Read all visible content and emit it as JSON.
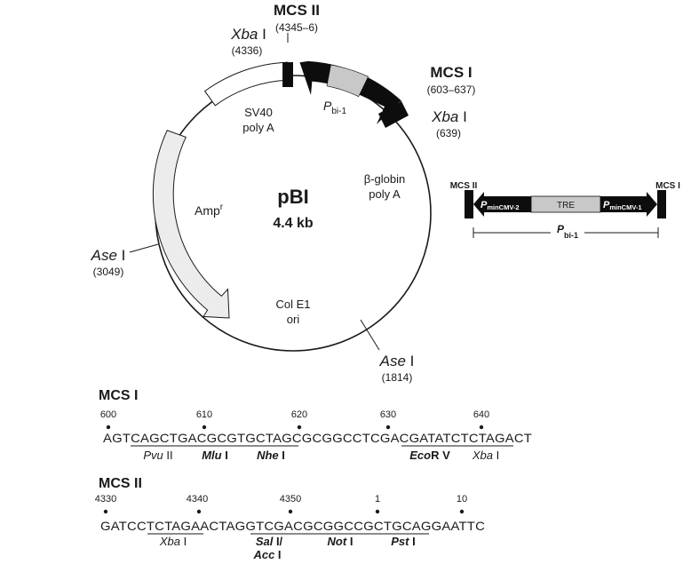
{
  "plasmid": {
    "name": "pBI",
    "size": "4.4 kb",
    "features": {
      "sv40": [
        "SV40",
        "poly A"
      ],
      "pbi": {
        "main": "P",
        "sub": "bi-1"
      },
      "amp": {
        "main": "Amp",
        "sup": "r"
      },
      "beta_globin": [
        "β-globin",
        "poly A"
      ],
      "col_e1": [
        "Col E1",
        "ori"
      ]
    },
    "sites": {
      "mcs2": {
        "name": "MCS II",
        "pos": "(4345–6)"
      },
      "xba_4336": {
        "name_italic": "Xba",
        "name_rest": " I",
        "pos": "(4336)"
      },
      "mcs1": {
        "name": "MCS I",
        "pos": "(603–637)"
      },
      "xba_639": {
        "name_italic": "Xba",
        "name_rest": " I",
        "pos": "(639)"
      },
      "ase_3049": {
        "name_italic": "Ase",
        "name_rest": " I",
        "pos": "(3049)"
      },
      "ase_1814": {
        "name_italic": "Ase",
        "name_rest": " I",
        "pos": "(1814)"
      }
    }
  },
  "inset": {
    "mcs2": "MCS II",
    "mcs1": "MCS I",
    "left_promoter": {
      "main": "P",
      "sub": "minCMV-2"
    },
    "tre": "TRE",
    "right_promoter": {
      "main": "P",
      "sub": "minCMV-1"
    },
    "bottom": {
      "main": "P",
      "sub": "bi-1"
    }
  },
  "mcs1": {
    "title": "MCS I",
    "ticks": [
      "600",
      "610",
      "620",
      "630",
      "640"
    ],
    "sequence": "AGTCAGCTGACGCGTGCTAGCGCGGCCTCGACGATATCTCTAGACT",
    "enzymes": {
      "pvu": {
        "a": "Pvu",
        "b": " II"
      },
      "mlu": {
        "a": "Mlu",
        "b": " I"
      },
      "nhe": {
        "a": "Nhe",
        "b": " I"
      },
      "eco": {
        "a": "Eco",
        "b": "R V"
      },
      "xba": {
        "a": "Xba",
        "b": " I"
      }
    }
  },
  "mcs2": {
    "title": "MCS II",
    "ticks": [
      "4330",
      "4340",
      "4350",
      "1",
      "10"
    ],
    "sequence": "GATCCTCTAGAACTAGGTCGACGCGGCCGCTGCAGGAATTC",
    "enzymes": {
      "xba": {
        "a": "Xba",
        "b": " I"
      },
      "sal": {
        "a": "Sal",
        "b": " I/"
      },
      "acc": {
        "a": "Acc",
        "b": " I"
      },
      "not": {
        "a": "Not",
        "b": " I"
      },
      "pst": {
        "a": "Pst",
        "b": " I"
      }
    }
  }
}
